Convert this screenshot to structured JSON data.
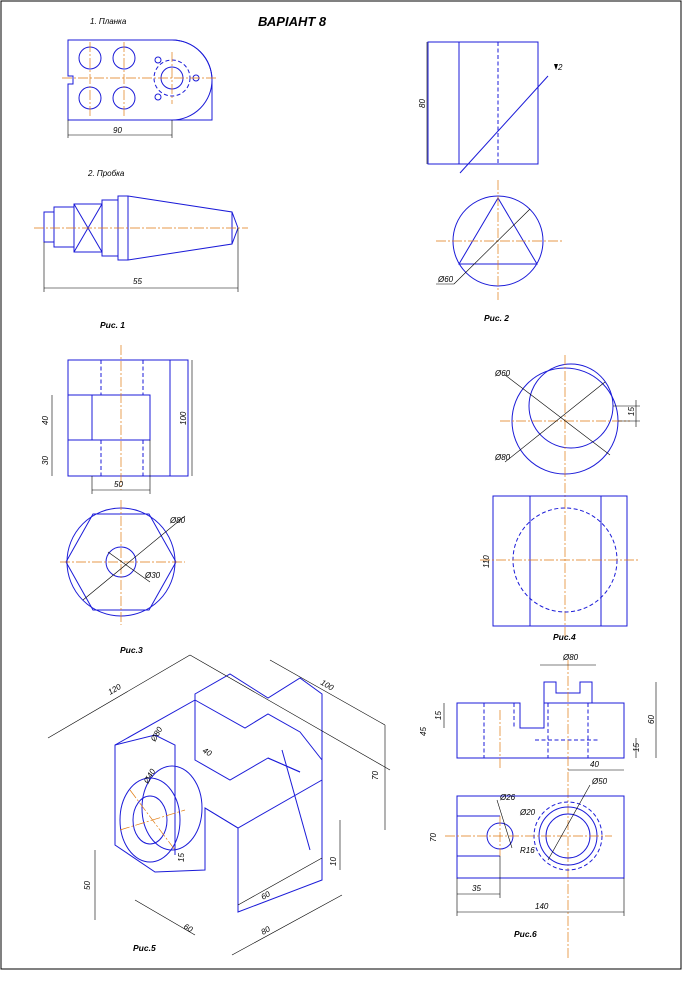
{
  "title": "ВАРІАНТ 8",
  "parts": {
    "part1_label": "1. Планка",
    "part2_label": "2. Пробка"
  },
  "captions": {
    "fig1": "Рис. 1",
    "fig2": "Рис. 2",
    "fig3": "Рис.3",
    "fig4": "Рис.4",
    "fig5": "Рис.5",
    "fig6": "Рис.6"
  },
  "dimensions": {
    "fig1_planka_width": "90",
    "fig1_probka_length": "55",
    "fig2_height": "80",
    "fig2_small": "2",
    "fig2_diameter": "Ø60",
    "fig3_h40": "40",
    "fig3_h30": "30",
    "fig3_h100": "100",
    "fig3_w50": "50",
    "fig3_d80": "Ø80",
    "fig3_d30": "Ø30",
    "fig4_d80": "Ø80",
    "fig4_d60": "Ø60",
    "fig4_15": "15",
    "fig4_110": "110",
    "fig5_120": "120",
    "fig5_100": "100",
    "fig5_70": "70",
    "fig5_40": "40",
    "fig5_d80": "Ø80",
    "fig5_d40": "Ø40",
    "fig5_15": "15",
    "fig5_50": "50",
    "fig5_60a": "60",
    "fig5_60b": "60",
    "fig5_80": "80",
    "fig5_10": "10",
    "fig6_d80": "Ø80",
    "fig6_15a": "15",
    "fig6_45": "45",
    "fig6_60": "60",
    "fig6_15b": "15",
    "fig6_40": "40",
    "fig6_d26": "Ø26",
    "fig6_d20": "Ø20",
    "fig6_d50": "Ø50",
    "fig6_r16": "R16",
    "fig6_70": "70",
    "fig6_35": "35",
    "fig6_140": "140"
  }
}
